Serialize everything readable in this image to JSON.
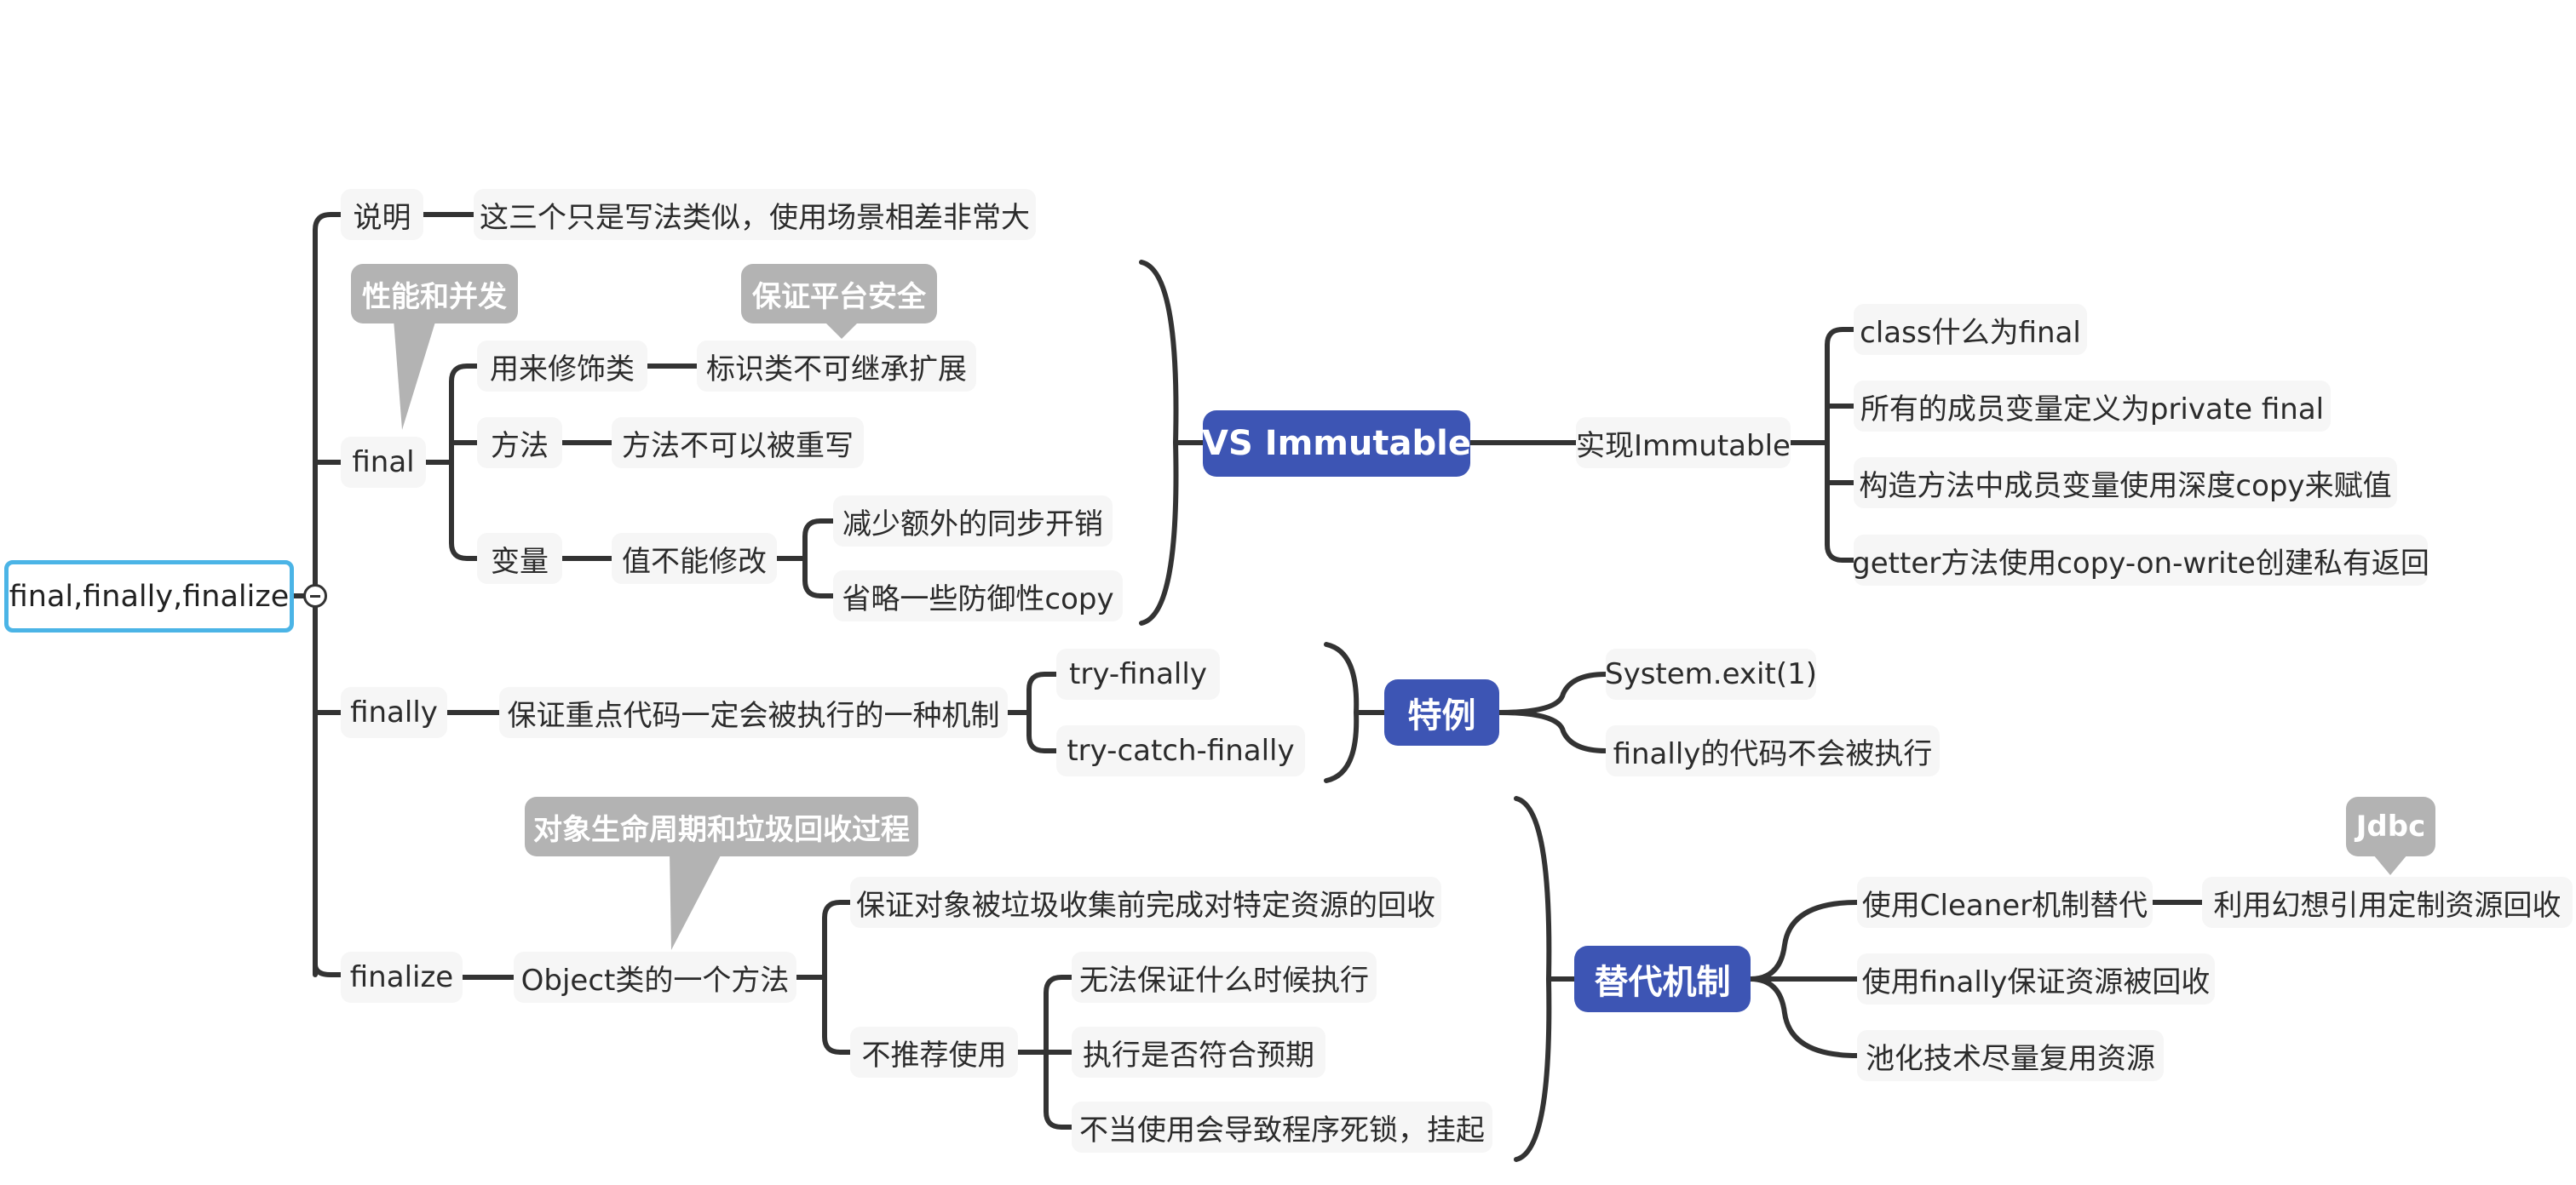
{
  "root": "final,finally,finalize",
  "branches": {
    "shuoming": {
      "label": "说明",
      "detail": "这三个只是写法类似，使用场景相差非常大"
    },
    "final": {
      "label": "final",
      "callout": "性能和并发",
      "items": {
        "class": {
          "label": "用来修饰类",
          "detail": "标识类不可继承扩展",
          "callout": "保证平台安全"
        },
        "method": {
          "label": "方法",
          "detail": "方法不可以被重写"
        },
        "variable": {
          "label": "变量",
          "detail": "值不能修改",
          "subs": [
            "减少额外的同步开销",
            "省略一些防御性copy"
          ]
        }
      },
      "summary": {
        "label": "VS Immutable",
        "child": "实现Immutable",
        "items": [
          "class什么为final",
          "所有的成员变量定义为private final",
          "构造方法中成员变量使用深度copy来赋值",
          "getter方法使用copy-on-write创建私有返回"
        ]
      }
    },
    "finally": {
      "label": "finally",
      "detail": "保证重点代码一定会被执行的一种机制",
      "subs": [
        "try-finally",
        "try-catch-finally"
      ],
      "summary": {
        "label": "特例",
        "items": [
          "System.exit(1)",
          "finally的代码不会被执行"
        ]
      }
    },
    "finalize": {
      "label": "finalize",
      "detail": "Object类的一个方法",
      "callout": "对象生命周期和垃圾回收过程",
      "reason": "保证对象被垃圾收集前完成对特定资源的回收",
      "not_recommended": {
        "label": "不推荐使用",
        "subs": [
          "无法保证什么时候执行",
          "执行是否符合预期",
          "不当使用会导致程序死锁，挂起"
        ]
      },
      "summary": {
        "label": "替代机制",
        "items": {
          "cleaner": {
            "label": "使用Cleaner机制替代",
            "detail": "利用幻想引用定制资源回收",
            "callout": "Jdbc"
          },
          "finally_release": "使用finally保证资源被回收",
          "pooling": "池化技术尽量复用资源"
        }
      }
    }
  }
}
